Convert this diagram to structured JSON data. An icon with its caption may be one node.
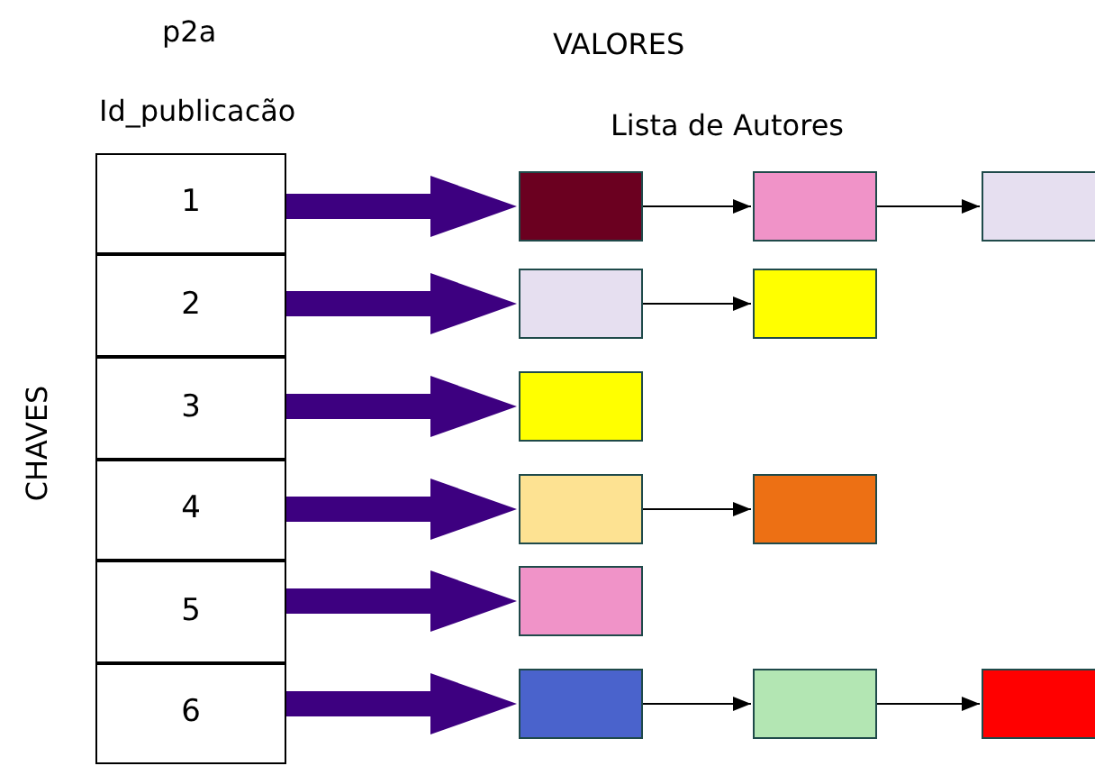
{
  "diagram": {
    "nodes": [
      {
        "text": [
          "1"
        ]
      },
      {
        "text": [
          "2"
        ]
      },
      {
        "text": [
          "3"
        ]
      },
      {
        "text": [
          "4"
        ]
      },
      {
        "text": [
          "5"
        ]
      },
      {
        "text": [
          "6"
        ]
      },
      {
        "text": [],
        "shape": "box"
      },
      {
        "text": [],
        "shape": "box"
      },
      {
        "text": [],
        "shape": "box"
      },
      {
        "text": [],
        "shape": "box"
      },
      {
        "text": [],
        "shape": "box"
      },
      {
        "text": [],
        "shape": "box"
      },
      {
        "text": [],
        "shape": "box"
      },
      {
        "text": [],
        "shape": "box"
      },
      {
        "text": [],
        "shape": "box"
      },
      {
        "text": [],
        "shape": "box"
      },
      {
        "text": [],
        "shape": "box"
      },
      {
        "text": [],
        "shape": "box"
      }
    ],
    "edges": [
      {
        "from": 0,
        "to": 6,
        "arrow": "to",
        "style": "thick",
        "color": "#3d0080"
      },
      {
        "from": 6,
        "to": 7,
        "arrow": "to",
        "color": "#000000"
      },
      {
        "from": 7,
        "to": 8,
        "arrow": "to",
        "color": "#000000"
      },
      {
        "from": 1,
        "to": 9,
        "arrow": "to",
        "style": "thick",
        "color": "#3d0080"
      },
      {
        "from": 9,
        "to": 10,
        "arrow": "to",
        "color": "#000000"
      },
      {
        "from": 2,
        "to": 11,
        "arrow": "to",
        "style": "thick",
        "color": "#3d0080"
      },
      {
        "from": 3,
        "to": 12,
        "arrow": "to",
        "style": "thick",
        "color": "#3d0080"
      },
      {
        "from": 12,
        "to": 13,
        "arrow": "to",
        "color": "#000000"
      },
      {
        "from": 4,
        "to": 14,
        "arrow": "to",
        "style": "thick",
        "color": "#3d0080"
      },
      {
        "from": 5,
        "to": 15,
        "arrow": "to",
        "style": "thick",
        "color": "#3d0080"
      },
      {
        "from": 15,
        "to": 16,
        "arrow": "to",
        "color": "#000000"
      },
      {
        "from": 16,
        "to": 17,
        "arrow": "to",
        "color": "#000000"
      }
    ],
    "labels": [
      "p2a",
      "VALORES",
      "Id_publicacão",
      "Lista de Autores",
      "CHAVES"
    ]
  }
}
